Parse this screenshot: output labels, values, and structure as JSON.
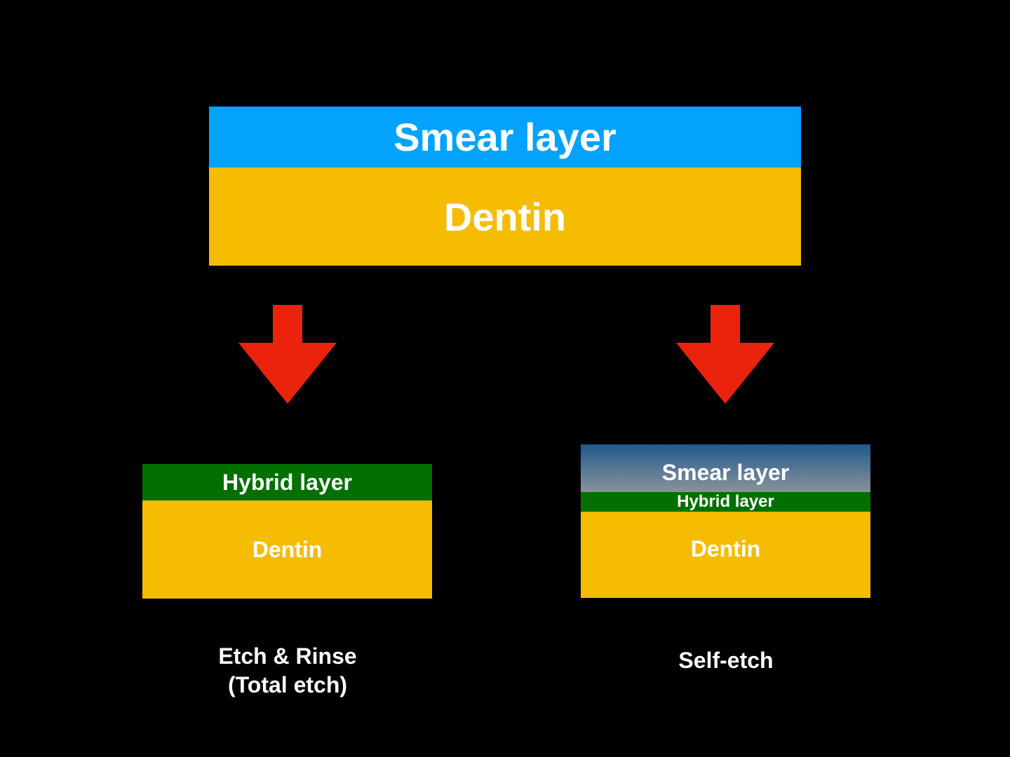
{
  "colors": {
    "background": "#000000",
    "smear_layer": "#03a2fd",
    "smear_layer_gradient_top": "#1f5a8c",
    "smear_layer_gradient_bottom": "#8a929a",
    "dentin": "#f6bc02",
    "hybrid_layer": "#027000",
    "arrow": "#ec230c",
    "text": "#ffffff"
  },
  "top_block": {
    "smear_label": "Smear layer",
    "dentin_label": "Dentin"
  },
  "left_block": {
    "hybrid_label": "Hybrid layer",
    "dentin_label": "Dentin",
    "caption_line1": "Etch & Rinse",
    "caption_line2": "(Total etch)"
  },
  "right_block": {
    "smear_label": "Smear layer",
    "hybrid_label": "Hybrid layer",
    "dentin_label": "Dentin",
    "caption": "Self-etch"
  },
  "arrows": [
    "down-arrow",
    "down-arrow"
  ]
}
